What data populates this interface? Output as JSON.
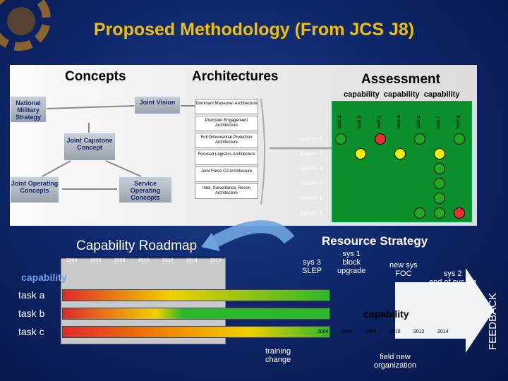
{
  "title": "Proposed Methodology (From JCS J8)",
  "headers": {
    "concepts": "Concepts",
    "architectures": "Architectures",
    "assessment": "Assessment"
  },
  "capability_header": "capability  capability  capability",
  "concept_boxes": [
    "National Military Strategy",
    "Joint Vision",
    "Joint Capstone Concept",
    "Joint Operating Concepts",
    "Service Operating Concepts"
  ],
  "architectures": [
    "Dominant Maneuver Architecture",
    "Precision Engagement Architecture",
    "Full Dimensional Protection Architecture",
    "Focused Logistics Architecture",
    "Joint Force C2 Architecture",
    "Intel, Surveillance, Recon Architecture"
  ],
  "task_columns": [
    "task a",
    "task b",
    "task c",
    "task d",
    "task e",
    "task f",
    "task g"
  ],
  "systems": [
    "system 1",
    "system 2",
    "system 3",
    "system 4",
    "system 5",
    "system 6"
  ],
  "matrix_colors": {
    "green": "#22a822",
    "yellow": "#f2f200",
    "red": "#e83030"
  },
  "matrix": [
    [
      "green",
      "",
      "red",
      "",
      "green",
      "",
      "green"
    ],
    [
      "",
      "yellow",
      "",
      "yellow",
      "",
      "yellow",
      ""
    ],
    [
      "",
      "",
      "",
      "",
      "",
      "green",
      ""
    ],
    [
      "",
      "",
      "",
      "",
      "",
      "green",
      ""
    ],
    [
      "",
      "",
      "",
      "",
      "",
      "green",
      ""
    ],
    [
      "",
      "",
      "",
      "",
      "green",
      "green",
      "red"
    ]
  ],
  "roadmap": {
    "title": "Capability Roadmap",
    "years": [
      "2004",
      "2006",
      "2008",
      "2010",
      "2012",
      "2014",
      "2016"
    ],
    "capability_label": "capability",
    "tasks": [
      "task a",
      "task b",
      "task c"
    ]
  },
  "resource": {
    "title": "Resource Strategy",
    "sys3": "sys 3\nSLEP",
    "sys1": "sys 1\nblock\nupgrade",
    "newsys": "new sys\nFOC",
    "sys2": "sys 2\nend of svc life",
    "capability": "capability",
    "years": [
      "2004",
      "2006",
      "2008",
      "2010",
      "2012",
      "2014"
    ],
    "training": "training\nchange",
    "field": "field new\norganization"
  },
  "feedback": "FEEDBACK"
}
